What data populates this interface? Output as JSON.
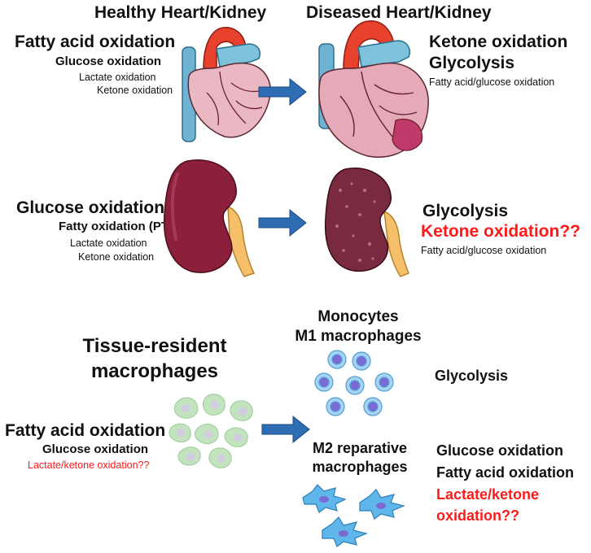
{
  "headers": {
    "healthy": "Healthy Heart/Kidney",
    "diseased": "Diseased Heart/Kidney"
  },
  "heart_healthy": {
    "lines": [
      "Fatty acid oxidation",
      "Glucose oxidation",
      "Lactate oxidation",
      "Ketone oxidation"
    ]
  },
  "heart_diseased": {
    "lines": [
      "Ketone oxidation",
      "Glycolysis",
      "Fatty acid/glucose oxidation"
    ]
  },
  "kidney_healthy": {
    "lines": [
      "Glucose oxidation",
      "Fatty oxidation (PT)",
      "Lactate oxidation",
      "Ketone oxidation"
    ]
  },
  "kidney_diseased": {
    "lines": [
      "Glycolysis",
      "Ketone oxidation??",
      "Fatty acid/glucose oxidation"
    ]
  },
  "macrophage_resident": {
    "title_line1": "Tissue-resident",
    "title_line2": "macrophages",
    "lines": [
      "Fatty acid oxidation",
      "Glucose oxidation",
      "Lactate/ketone oxidation??"
    ]
  },
  "m1": {
    "title_line1": "Monocytes",
    "title_line2": "M1 macrophages",
    "lines": [
      "Glycolysis"
    ]
  },
  "m2": {
    "title_line1": "M2 reparative",
    "title_line2": "macrophages",
    "lines": [
      "Glucose oxidation",
      "Fatty acid oxidation",
      "Lactate/ketone",
      "oxidation??"
    ]
  },
  "colors": {
    "highlight_red": "#ff1a1a",
    "arrow_blue": "#2e6db4"
  }
}
